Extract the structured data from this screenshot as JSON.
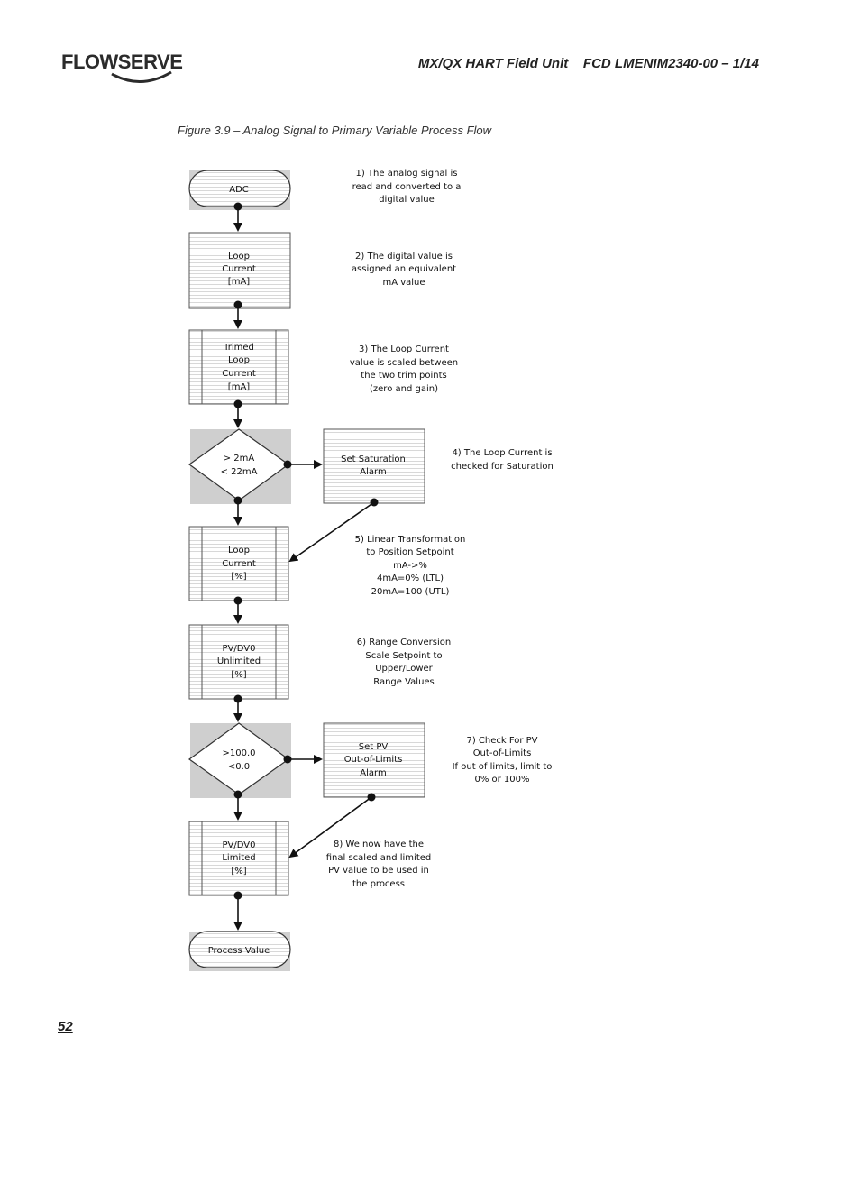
{
  "header": {
    "brand": "FLOWSERVE",
    "title": "MX/QX HART Field Unit    FCD LMENIM2340-00 – 1/14"
  },
  "figure": {
    "caption": "Figure 3.9 – Analog Signal to Primary Variable Process Flow"
  },
  "flow": {
    "adc": "ADC",
    "loop_current_ma": [
      "Loop",
      "Current",
      "[mA]"
    ],
    "trimmed_loop_current": [
      "Trimed",
      "Loop",
      "Current",
      "[mA]"
    ],
    "saturation_check": [
      "> 2mA",
      "< 22mA"
    ],
    "set_saturation_alarm": [
      "Set Saturation",
      "Alarm"
    ],
    "loop_current_pct": [
      "Loop",
      "Current",
      "[%]"
    ],
    "pv_unlimited": [
      "PV/DV0",
      "Unlimited",
      "[%]"
    ],
    "pv_limit_check": [
      ">100.0",
      "<0.0"
    ],
    "set_pv_alarm": [
      "Set PV",
      "Out-of-Limits",
      "Alarm"
    ],
    "pv_limited": [
      "PV/DV0",
      "Limited",
      "[%]"
    ],
    "process_value": "Process Value"
  },
  "annotations": {
    "step1": [
      "1) The analog signal is",
      "read and converted to a",
      "digital value"
    ],
    "step2": [
      "2) The digital value is",
      "assigned an equivalent",
      "mA value"
    ],
    "step3": [
      "3) The Loop Current",
      "value is scaled between",
      "the two trim points",
      "(zero and gain)"
    ],
    "step4": [
      "4) The Loop Current is",
      "checked for Saturation"
    ],
    "step5": [
      "5) Linear Transformation",
      "to Position Setpoint",
      "mA->%",
      "4mA=0% (LTL)",
      "20mA=100 (UTL)"
    ],
    "step6": [
      "6) Range Conversion",
      "Scale Setpoint to",
      "Upper/Lower",
      "Range Values"
    ],
    "step7": [
      "7) Check For PV",
      "Out-of-Limits",
      "If out of limits, limit to",
      "0% or 100%"
    ],
    "step8": [
      "8) We now have the",
      "final scaled and limited",
      "PV value to be used in",
      "the process"
    ]
  },
  "page": {
    "number": "52"
  }
}
